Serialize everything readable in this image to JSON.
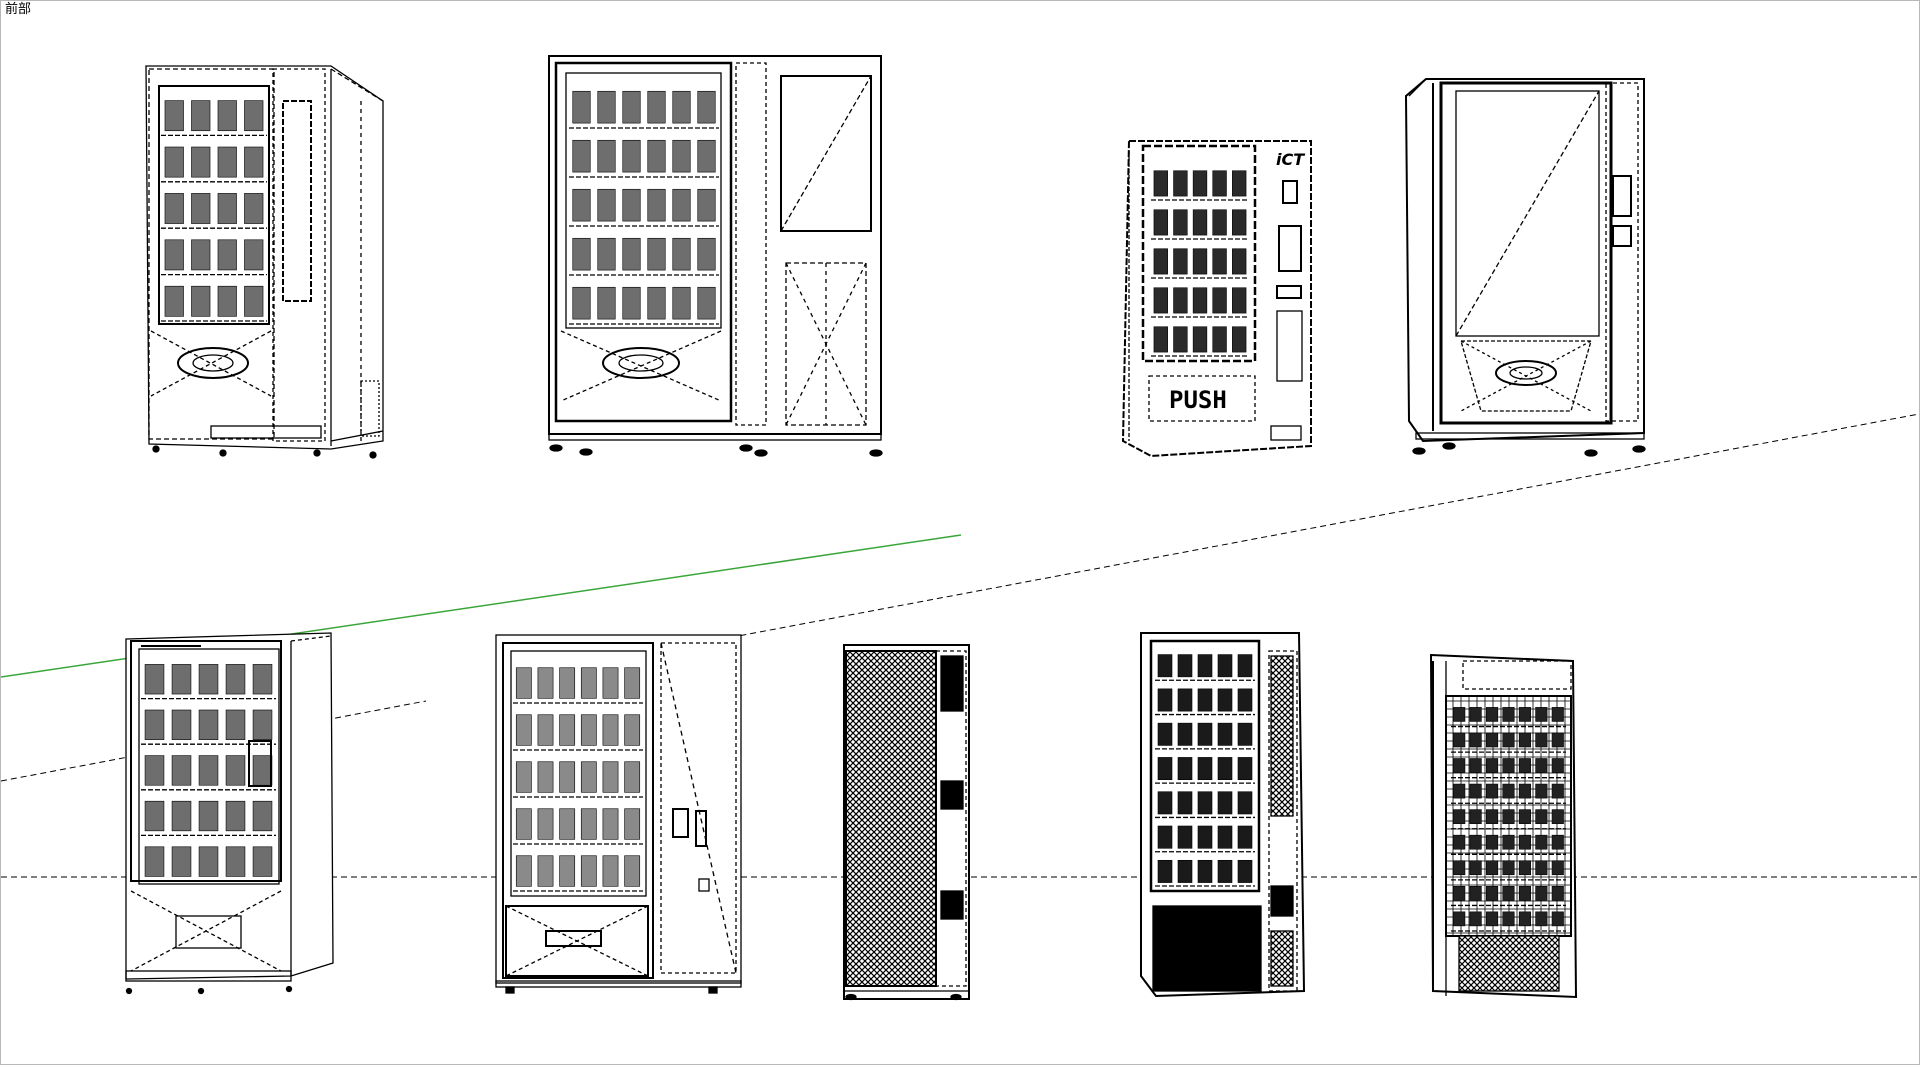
{
  "viewport": {
    "scene_label": "前部"
  },
  "colors": {
    "background": "#ffffff",
    "line": "#000000",
    "product_fill": "#6e6e6e",
    "green_axis": "#3aa63a",
    "viewport_border": "#b8b8b8"
  },
  "machines": [
    {
      "name": "vending-machine-1",
      "row": "top",
      "type": "snack-angled"
    },
    {
      "name": "vending-machine-2",
      "row": "top",
      "type": "snack-with-screen"
    },
    {
      "name": "vending-machine-3",
      "row": "top",
      "type": "drink-push",
      "brand_text": "iCT",
      "button_text": "PUSH"
    },
    {
      "name": "vending-machine-4",
      "row": "top",
      "type": "glass-door"
    },
    {
      "name": "vending-machine-5",
      "row": "bottom",
      "type": "snack-angled"
    },
    {
      "name": "vending-machine-6",
      "row": "bottom",
      "type": "snack-panel"
    },
    {
      "name": "vending-machine-7",
      "row": "bottom",
      "type": "dark-mesh"
    },
    {
      "name": "vending-machine-8",
      "row": "bottom",
      "type": "drink-dense"
    },
    {
      "name": "vending-machine-9",
      "row": "bottom",
      "type": "cooler"
    }
  ]
}
